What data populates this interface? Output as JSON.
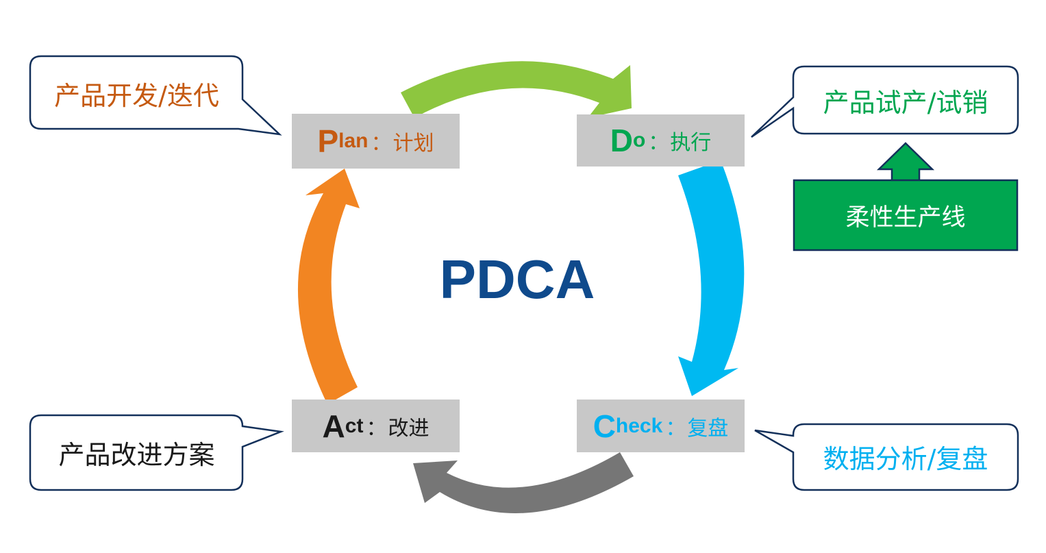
{
  "diagram": {
    "center_title": "PDCA",
    "stages": {
      "plan": {
        "initial": "P",
        "rest": "lan",
        "colon": "：",
        "zh": "计划",
        "color": "#c55a11"
      },
      "do": {
        "initial": "D",
        "rest": "o",
        "colon": "：",
        "zh": "执行",
        "color": "#00a650"
      },
      "check": {
        "initial": "C",
        "rest": "heck",
        "colon": "：",
        "zh": "复盘",
        "color": "#00b0f0"
      },
      "act": {
        "initial": "A",
        "rest": "ct",
        "colon": "：",
        "zh": "改进",
        "color": "#1a1a1a"
      }
    },
    "callouts": {
      "top_left": {
        "text": "产品开发/迭代",
        "color": "#c55a11"
      },
      "top_right": {
        "text": "产品试产/试销",
        "color": "#00a650"
      },
      "bottom_left": {
        "text": "产品改进方案",
        "color": "#1a1a1a"
      },
      "bottom_right": {
        "text": "数据分析/复盘",
        "color": "#00b0f0"
      }
    },
    "flex_line": {
      "label": "柔性生产线",
      "fill": "#00a650"
    },
    "arrow_colors": {
      "plan_to_do": "#8dc63f",
      "do_to_check": "#00b9f1",
      "check_to_act": "#767676",
      "act_to_plan": "#f28522"
    },
    "border_color": "#13305a"
  }
}
